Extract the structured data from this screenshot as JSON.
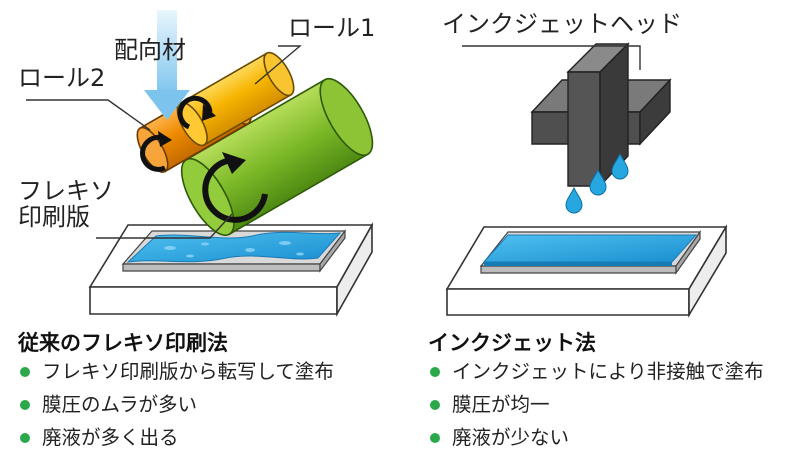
{
  "left": {
    "label_alignment": "配向材",
    "label_roll1": "ロール1",
    "label_roll2": "ロール2",
    "label_flexo_plate": "フレキソ\n印刷版",
    "heading": "従来のフレキソ印刷法",
    "bullets": [
      "フレキソ印刷版から転写して塗布",
      "膜圧のムラが多い",
      "廃液が多く出る"
    ]
  },
  "right": {
    "label_inkjet_head": "インクジェットヘッド",
    "heading": "インクジェット法",
    "bullets": [
      "インクジェットにより非接触で塗布",
      "膜圧が均一",
      "廃液が少ない"
    ]
  },
  "colors": {
    "roll1": "#f6b400",
    "roll2": "#ee8a00",
    "plate_roll": "#7cb928",
    "film": "#27a7e0",
    "bullet": "#2aa84a",
    "inkjet_head": "#555555",
    "arrow": "#9fd2f2"
  },
  "icons": [
    "rotation-arrow-icon",
    "down-arrow-icon",
    "ink-droplet-icon"
  ]
}
